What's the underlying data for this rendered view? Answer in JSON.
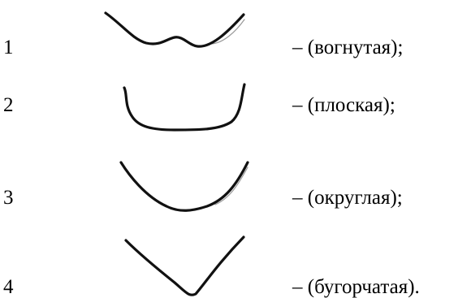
{
  "rows": [
    {
      "number": "1",
      "label": "– (вогнутая);",
      "shape_icon": "concave-shape-icon"
    },
    {
      "number": "2",
      "label": "– (плоская);",
      "shape_icon": "flat-shape-icon"
    },
    {
      "number": "3",
      "label": "– (округлая);",
      "shape_icon": "rounded-shape-icon"
    },
    {
      "number": "4",
      "label": "– (бугорчатая).",
      "shape_icon": "tuberous-shape-icon"
    }
  ],
  "colors": {
    "stroke": "#111111",
    "background": "#ffffff"
  }
}
